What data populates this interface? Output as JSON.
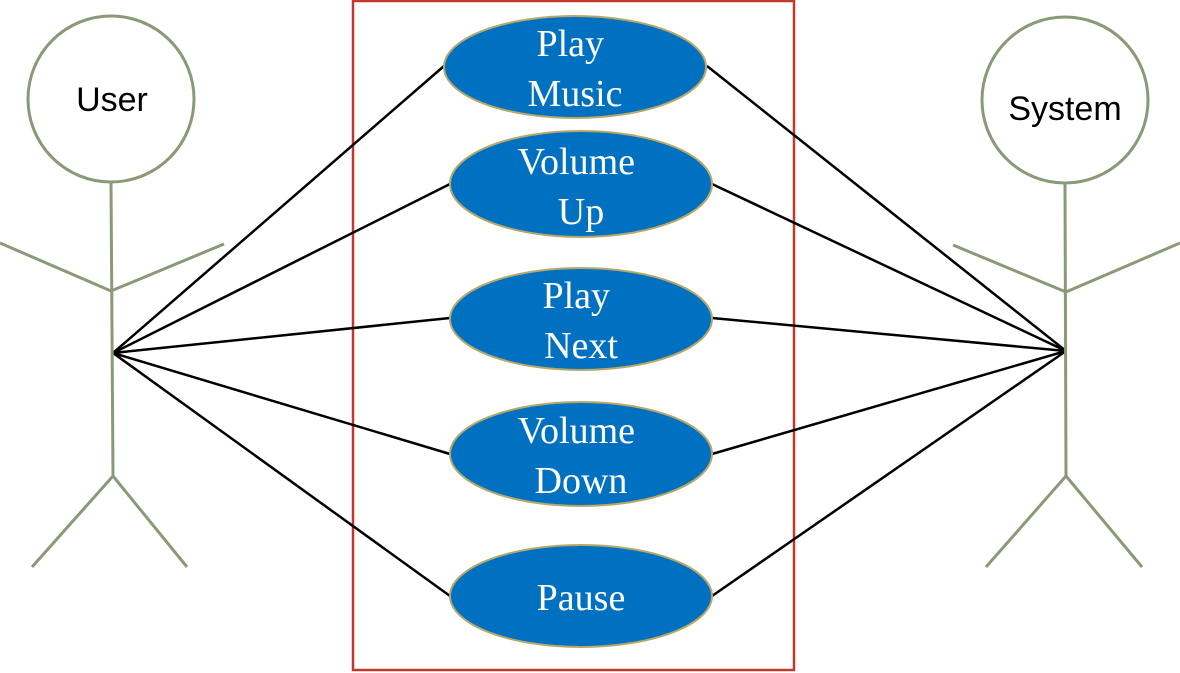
{
  "colors": {
    "actor_stroke": "#8a9a78",
    "system_boundary": "#c0392b",
    "usecase_fill": "#0070c0",
    "usecase_stroke": "#b5a86a",
    "association_line": "#000000",
    "usecase_text": "#ffffff",
    "actor_text": "#000000"
  },
  "actors": [
    {
      "id": "user",
      "label": "User"
    },
    {
      "id": "system",
      "label": "System"
    }
  ],
  "use_cases": [
    {
      "id": "play-music",
      "lines": [
        "Play",
        "Music"
      ]
    },
    {
      "id": "volume-up",
      "lines": [
        "Volume",
        "Up"
      ]
    },
    {
      "id": "play-next",
      "lines": [
        "Play",
        "Next"
      ]
    },
    {
      "id": "volume-down",
      "lines": [
        "Volume",
        "Down"
      ]
    },
    {
      "id": "pause",
      "lines": [
        "Pause"
      ]
    }
  ]
}
